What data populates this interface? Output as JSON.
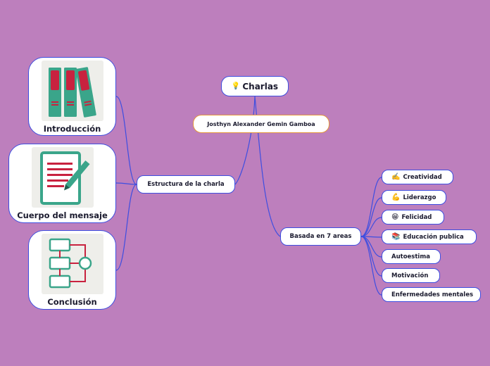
{
  "map": {
    "root": {
      "icon": "lightbulb-icon",
      "glyph": "💡",
      "label": "Charlas"
    },
    "author": "Josthyn Alexander Gemin Gamboa",
    "estructura": {
      "label": "Estructura de la charla",
      "cards": [
        {
          "caption": "Introducción",
          "icon": "binders-icon"
        },
        {
          "caption": "Cuerpo del mensaje",
          "icon": "document-pen-icon"
        },
        {
          "caption": "Conclusión",
          "icon": "flowchart-icon"
        }
      ]
    },
    "basada": {
      "label": "Basada en 7 areas",
      "items": [
        {
          "glyph": "✍️",
          "icon": "writing-hand-icon",
          "label": "Creatividad"
        },
        {
          "glyph": "💪",
          "icon": "flexed-bicep-icon",
          "label": "Liderazgo"
        },
        {
          "glyph": "😁",
          "icon": "grinning-face-icon",
          "label": "Felicidad"
        },
        {
          "glyph": "📚",
          "icon": "books-icon",
          "label": "Educación publica"
        },
        {
          "glyph": "",
          "label": "Autoestima"
        },
        {
          "glyph": "",
          "label": "Motivación"
        },
        {
          "glyph": "",
          "label": "Enfermedades mentales"
        }
      ]
    }
  },
  "colors": {
    "background": "#bd7fbd",
    "node_border": "#3d4ee0",
    "author_border": "#e5963a",
    "connector": "#3d4ee0",
    "binder_teal": "#3aa58a",
    "binder_red": "#c8223f"
  }
}
